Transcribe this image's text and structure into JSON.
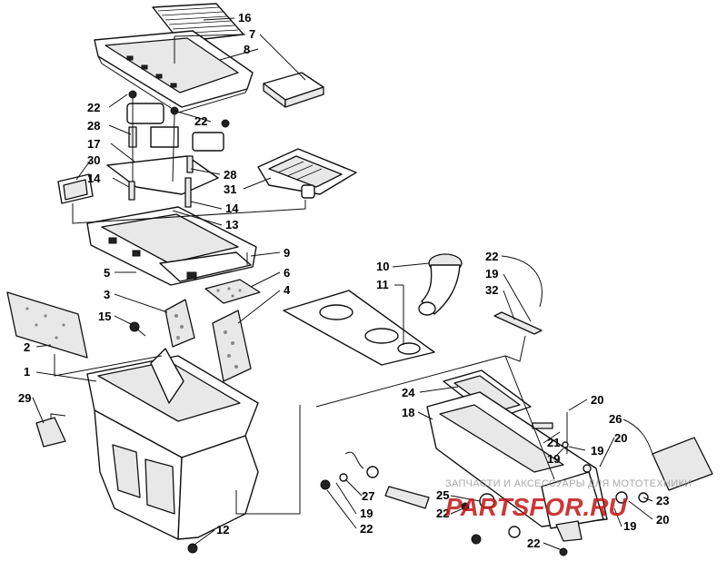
{
  "callouts": [
    {
      "id": "c16a",
      "label": "16"
    },
    {
      "id": "c7",
      "label": "7"
    },
    {
      "id": "c8",
      "label": "8"
    },
    {
      "id": "c22a",
      "label": "22"
    },
    {
      "id": "c22b",
      "label": "22"
    },
    {
      "id": "c28a",
      "label": "28"
    },
    {
      "id": "c17",
      "label": "17"
    },
    {
      "id": "c30",
      "label": "30"
    },
    {
      "id": "c14a",
      "label": "14"
    },
    {
      "id": "c28b",
      "label": "28"
    },
    {
      "id": "c31",
      "label": "31"
    },
    {
      "id": "c14b",
      "label": "14"
    },
    {
      "id": "c13",
      "label": "13"
    },
    {
      "id": "c9",
      "label": "9"
    },
    {
      "id": "c5",
      "label": "5"
    },
    {
      "id": "c6",
      "label": "6"
    },
    {
      "id": "c3",
      "label": "3"
    },
    {
      "id": "c4",
      "label": "4"
    },
    {
      "id": "c15",
      "label": "15"
    },
    {
      "id": "c2",
      "label": "2"
    },
    {
      "id": "c1",
      "label": "1"
    },
    {
      "id": "c29",
      "label": "29"
    },
    {
      "id": "c12",
      "label": "12"
    },
    {
      "id": "c10",
      "label": "10"
    },
    {
      "id": "c11",
      "label": "11"
    },
    {
      "id": "c22c",
      "label": "22"
    },
    {
      "id": "c19a",
      "label": "19"
    },
    {
      "id": "c32",
      "label": "32"
    },
    {
      "id": "c24",
      "label": "24"
    },
    {
      "id": "c18",
      "label": "18"
    },
    {
      "id": "c20a",
      "label": "20"
    },
    {
      "id": "c26",
      "label": "26"
    },
    {
      "id": "c21",
      "label": "21"
    },
    {
      "id": "c19b",
      "label": "19"
    },
    {
      "id": "c19c",
      "label": "19"
    },
    {
      "id": "c20b",
      "label": "20"
    },
    {
      "id": "c27",
      "label": "27"
    },
    {
      "id": "c19d",
      "label": "19"
    },
    {
      "id": "c22d",
      "label": "22"
    },
    {
      "id": "c25",
      "label": "25"
    },
    {
      "id": "c22e",
      "label": "22"
    },
    {
      "id": "c23",
      "label": "23"
    },
    {
      "id": "c20c",
      "label": "20"
    },
    {
      "id": "c19e",
      "label": "19"
    },
    {
      "id": "c22f",
      "label": "22"
    }
  ],
  "watermark": {
    "text": "ЗАПЧАСТИ И АКСЕССУАРЫ ДЛЯ МОТОТЕХНИКИ",
    "logo": "PARTSFOR",
    "logo_suffix": ".RU",
    "color": "#c41616"
  }
}
